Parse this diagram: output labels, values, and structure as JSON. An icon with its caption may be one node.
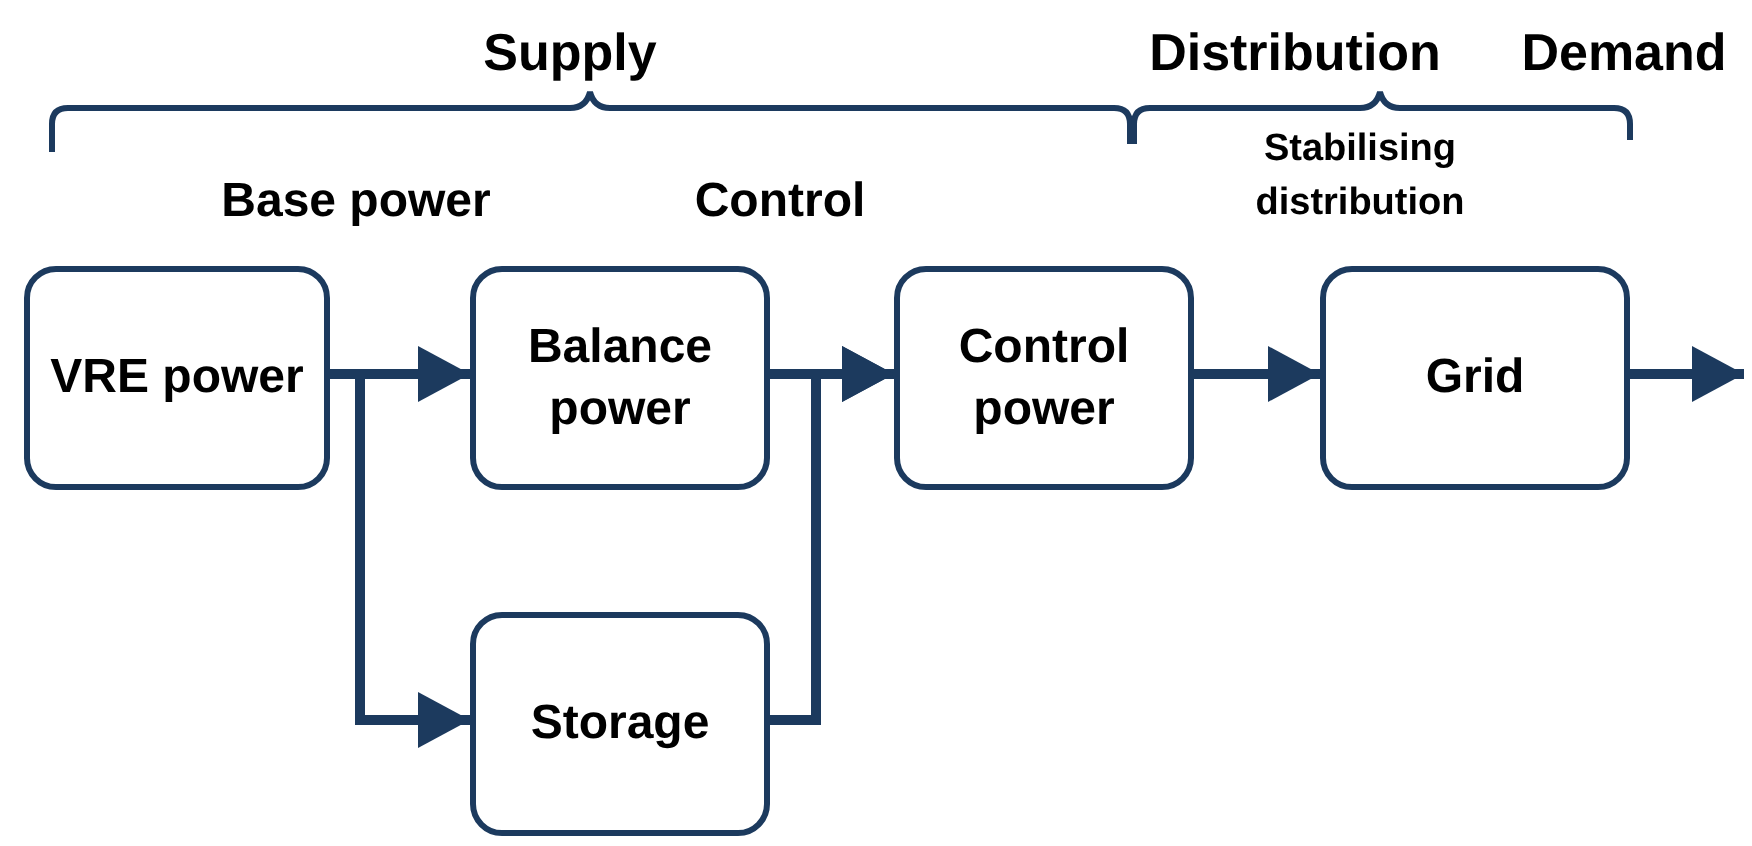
{
  "diagram": {
    "nodes": [
      {
        "text": [
          "VRE power"
        ]
      },
      {
        "text": [
          "Balance power"
        ]
      },
      {
        "text": [
          "Control power"
        ]
      },
      {
        "text": [
          "Grid"
        ]
      },
      {
        "text": [
          "Storage"
        ]
      }
    ],
    "edges": [
      {
        "from": 0,
        "to": 1,
        "arrow": "to"
      },
      {
        "from": 0,
        "to": 4,
        "arrow": "to"
      },
      {
        "from": 1,
        "to": 2,
        "arrow": "to"
      },
      {
        "from": 4,
        "to": 2,
        "arrow": "to"
      },
      {
        "from": 2,
        "to": 3,
        "arrow": "to"
      },
      {
        "from": 3,
        "to": null,
        "arrow": "to"
      }
    ],
    "labels": [
      "Supply",
      "Distribution",
      "Demand",
      "Stabilising distribution",
      "Base power",
      "Control"
    ]
  }
}
